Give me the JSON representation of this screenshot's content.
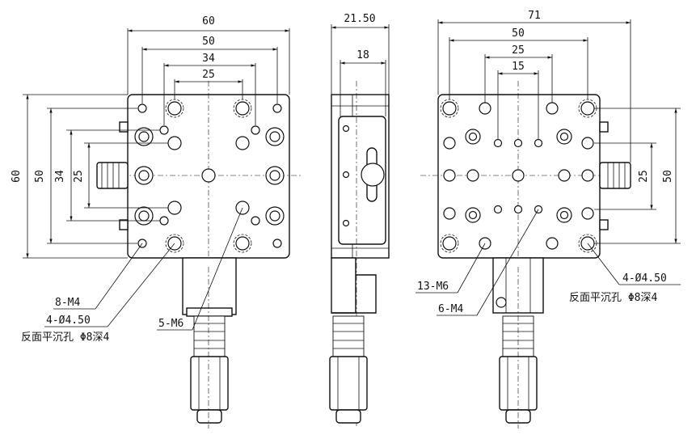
{
  "front_view": {
    "dims": {
      "top_60": "60",
      "top_50": "50",
      "top_34": "34",
      "top_25": "25",
      "left_60": "60",
      "left_50": "50",
      "left_34": "34",
      "left_25": "25"
    },
    "callouts": {
      "m4": "8-M4",
      "counterbore": "4-Ø4.50",
      "counterbore_note": "反面平沉孔 Φ8深4",
      "m6": "5-M6"
    }
  },
  "side_view": {
    "dims": {
      "overall": "21.50",
      "inner": "18"
    }
  },
  "back_view": {
    "dims": {
      "top_71": "71",
      "top_50": "50",
      "top_25": "25",
      "top_15": "15",
      "right_25": "25",
      "right_50": "50"
    },
    "callouts": {
      "m6": "13-M6",
      "m4": "6-M4",
      "counterbore": "4-Ø4.50",
      "counterbore_note": "反面平沉孔 Φ8深4"
    }
  }
}
